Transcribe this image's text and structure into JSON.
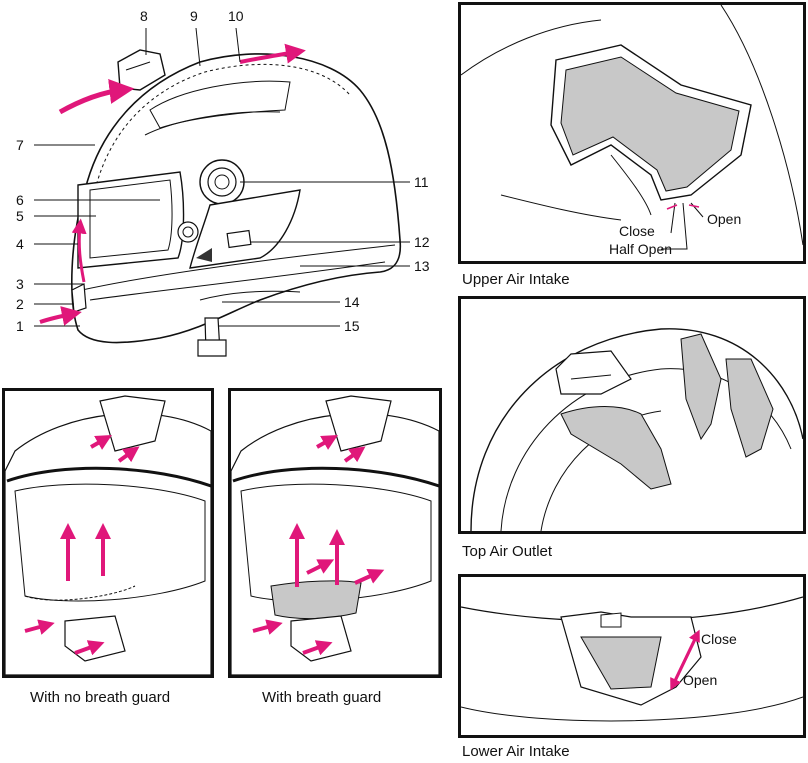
{
  "main_diagram": {
    "callouts": [
      "1",
      "2",
      "3",
      "4",
      "5",
      "6",
      "7",
      "8",
      "9",
      "10",
      "11",
      "12",
      "13",
      "14",
      "15"
    ]
  },
  "panels": {
    "no_guard": {
      "caption": "With no breath guard"
    },
    "with_guard": {
      "caption": "With breath guard"
    },
    "upper_intake": {
      "caption": "Upper Air Intake",
      "labels": {
        "close": "Close",
        "half_open": "Half Open",
        "open": "Open"
      }
    },
    "top_outlet": {
      "caption": "Top Air Outlet"
    },
    "lower_intake": {
      "caption": "Lower Air Intake",
      "labels": {
        "close": "Close",
        "open": "Open"
      }
    }
  },
  "colors": {
    "arrow": "#e0177a",
    "shade": "#c8c8c8",
    "line": "#111111"
  }
}
